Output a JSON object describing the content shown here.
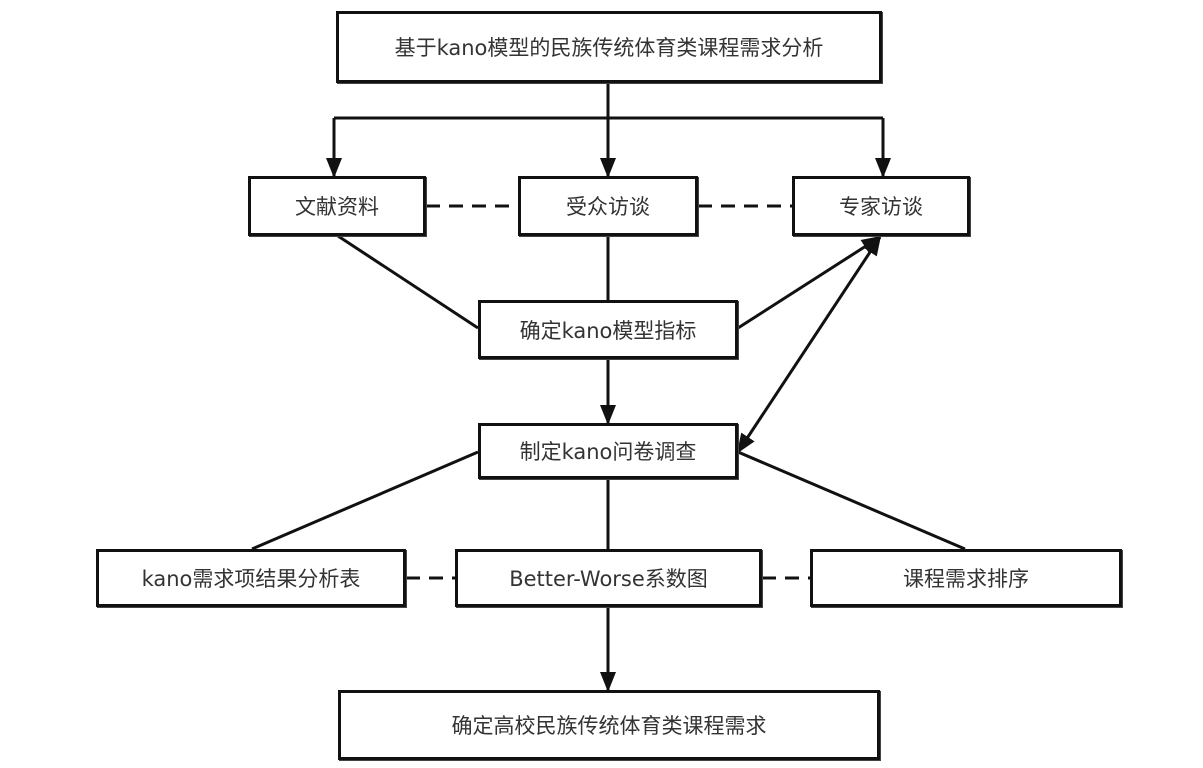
{
  "diagram": {
    "type": "flowchart",
    "colors": {
      "stroke": "#111111",
      "text": "#333333",
      "background": "#ffffff"
    },
    "nodes": {
      "root": {
        "label": "基于kano模型的民族传统体育类课程需求分析"
      },
      "literature": {
        "label": "文献资料"
      },
      "audience_interview": {
        "label": "受众访谈"
      },
      "expert_interview": {
        "label": "专家访谈"
      },
      "indicators": {
        "label": "确定kano模型指标"
      },
      "questionnaire": {
        "label": "制定kano问卷调查"
      },
      "result_table": {
        "label": "kano需求项结果分析表"
      },
      "better_worse": {
        "label": "Better-Worse系数图"
      },
      "ranking": {
        "label": "课程需求排序"
      },
      "final": {
        "label": "确定高校民族传统体育类课程需求"
      }
    },
    "edges": [
      {
        "from": "root",
        "to": "literature",
        "style": "arrow"
      },
      {
        "from": "root",
        "to": "audience_interview",
        "style": "arrow"
      },
      {
        "from": "root",
        "to": "expert_interview",
        "style": "arrow"
      },
      {
        "from": "literature",
        "to": "audience_interview",
        "style": "dashed"
      },
      {
        "from": "audience_interview",
        "to": "expert_interview",
        "style": "dashed"
      },
      {
        "from": "literature",
        "to": "indicators",
        "style": "line"
      },
      {
        "from": "audience_interview",
        "to": "indicators",
        "style": "line"
      },
      {
        "from": "indicators",
        "to": "expert_interview",
        "style": "arrow"
      },
      {
        "from": "indicators",
        "to": "questionnaire",
        "style": "arrow"
      },
      {
        "from": "expert_interview",
        "to": "questionnaire",
        "style": "double-arrow"
      },
      {
        "from": "questionnaire",
        "to": "result_table",
        "style": "line"
      },
      {
        "from": "questionnaire",
        "to": "better_worse",
        "style": "line"
      },
      {
        "from": "questionnaire",
        "to": "ranking",
        "style": "line"
      },
      {
        "from": "result_table",
        "to": "better_worse",
        "style": "dashed"
      },
      {
        "from": "better_worse",
        "to": "ranking",
        "style": "dashed"
      },
      {
        "from": "better_worse",
        "to": "final",
        "style": "arrow"
      }
    ]
  }
}
